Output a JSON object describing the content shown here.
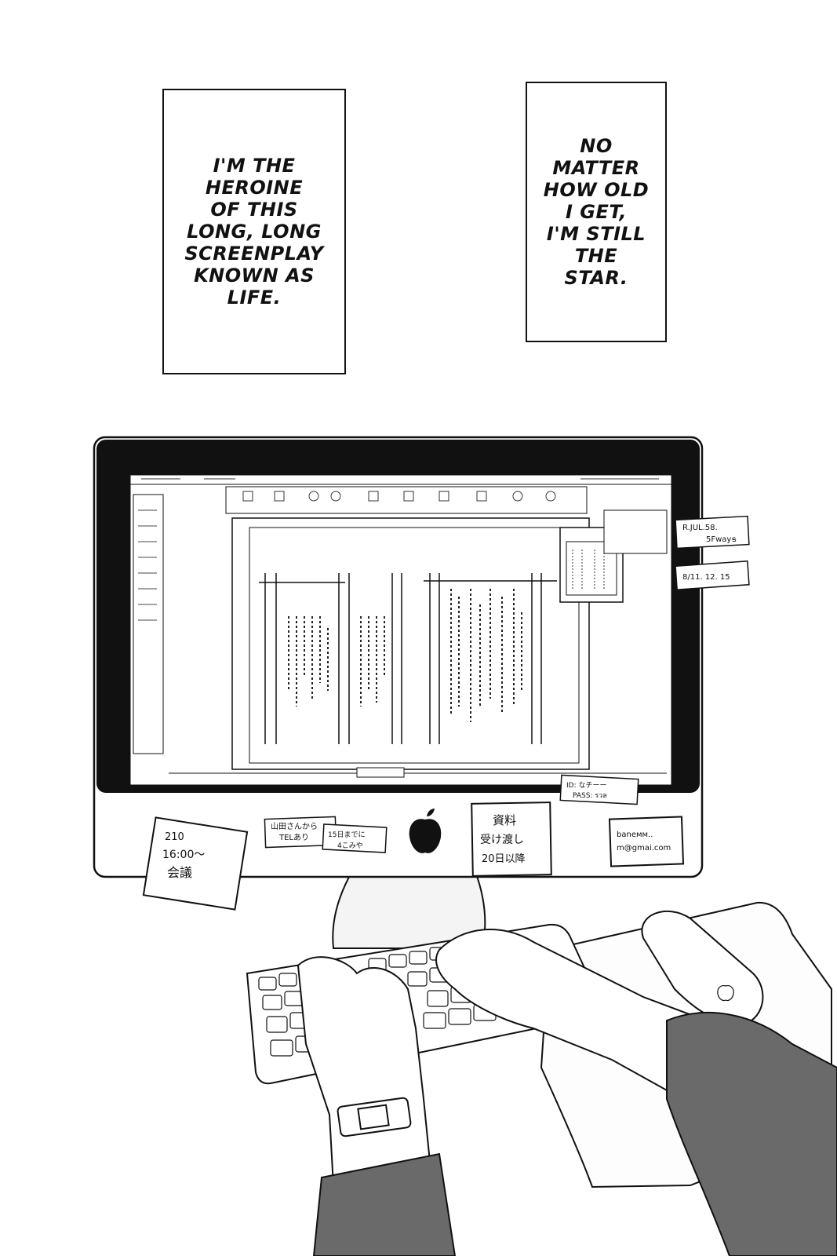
{
  "captions": [
    {
      "text": "I'M THE\nHEROINE\nOF THIS\nLONG, LONG\nSCREENPLAY\nKNOWN AS\nLIFE."
    },
    {
      "text": "NO\nMATTER\nHOW OLD\nI GET,\nI'M STILL\nTHE\nSTAR."
    }
  ],
  "sticky_notes": {
    "right_top_line1": "R.JUL.58.",
    "right_top_line2": "5Fwayട",
    "right_mid": "8/11. 12. 15",
    "id_line1": "ID: なチーー",
    "id_line2": "PASS: รวล",
    "left_line1": "210",
    "left_line2": "16:00〜",
    "left_line3": "会議",
    "center_left_line1": "山田さんから",
    "center_left_line2": "TELあり",
    "center_line1": "15日までに",
    "center_line2": "4こみや",
    "doc_line1": "資料",
    "doc_line2": "受け渡し",
    "doc_line3": "20日以降",
    "email_line1": "banемм..",
    "email_line2": "m@gmai.com"
  }
}
